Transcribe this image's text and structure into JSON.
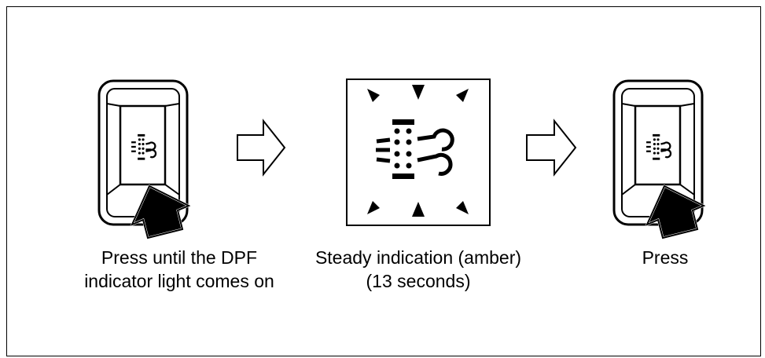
{
  "steps": [
    {
      "caption_lines": [
        "Press until the DPF",
        "indicator light comes on"
      ]
    },
    {
      "caption_lines": [
        "Steady indication (amber)",
        "(13 seconds)"
      ]
    },
    {
      "caption_lines": [
        "Press"
      ]
    }
  ],
  "icons": {
    "switch": "dpf-switch-icon",
    "indicator": "dpf-indicator-light-icon",
    "press": "press-arrow-icon",
    "next": "next-step-arrow-icon"
  },
  "colors": {
    "line": "#000000",
    "background": "#ffffff"
  }
}
